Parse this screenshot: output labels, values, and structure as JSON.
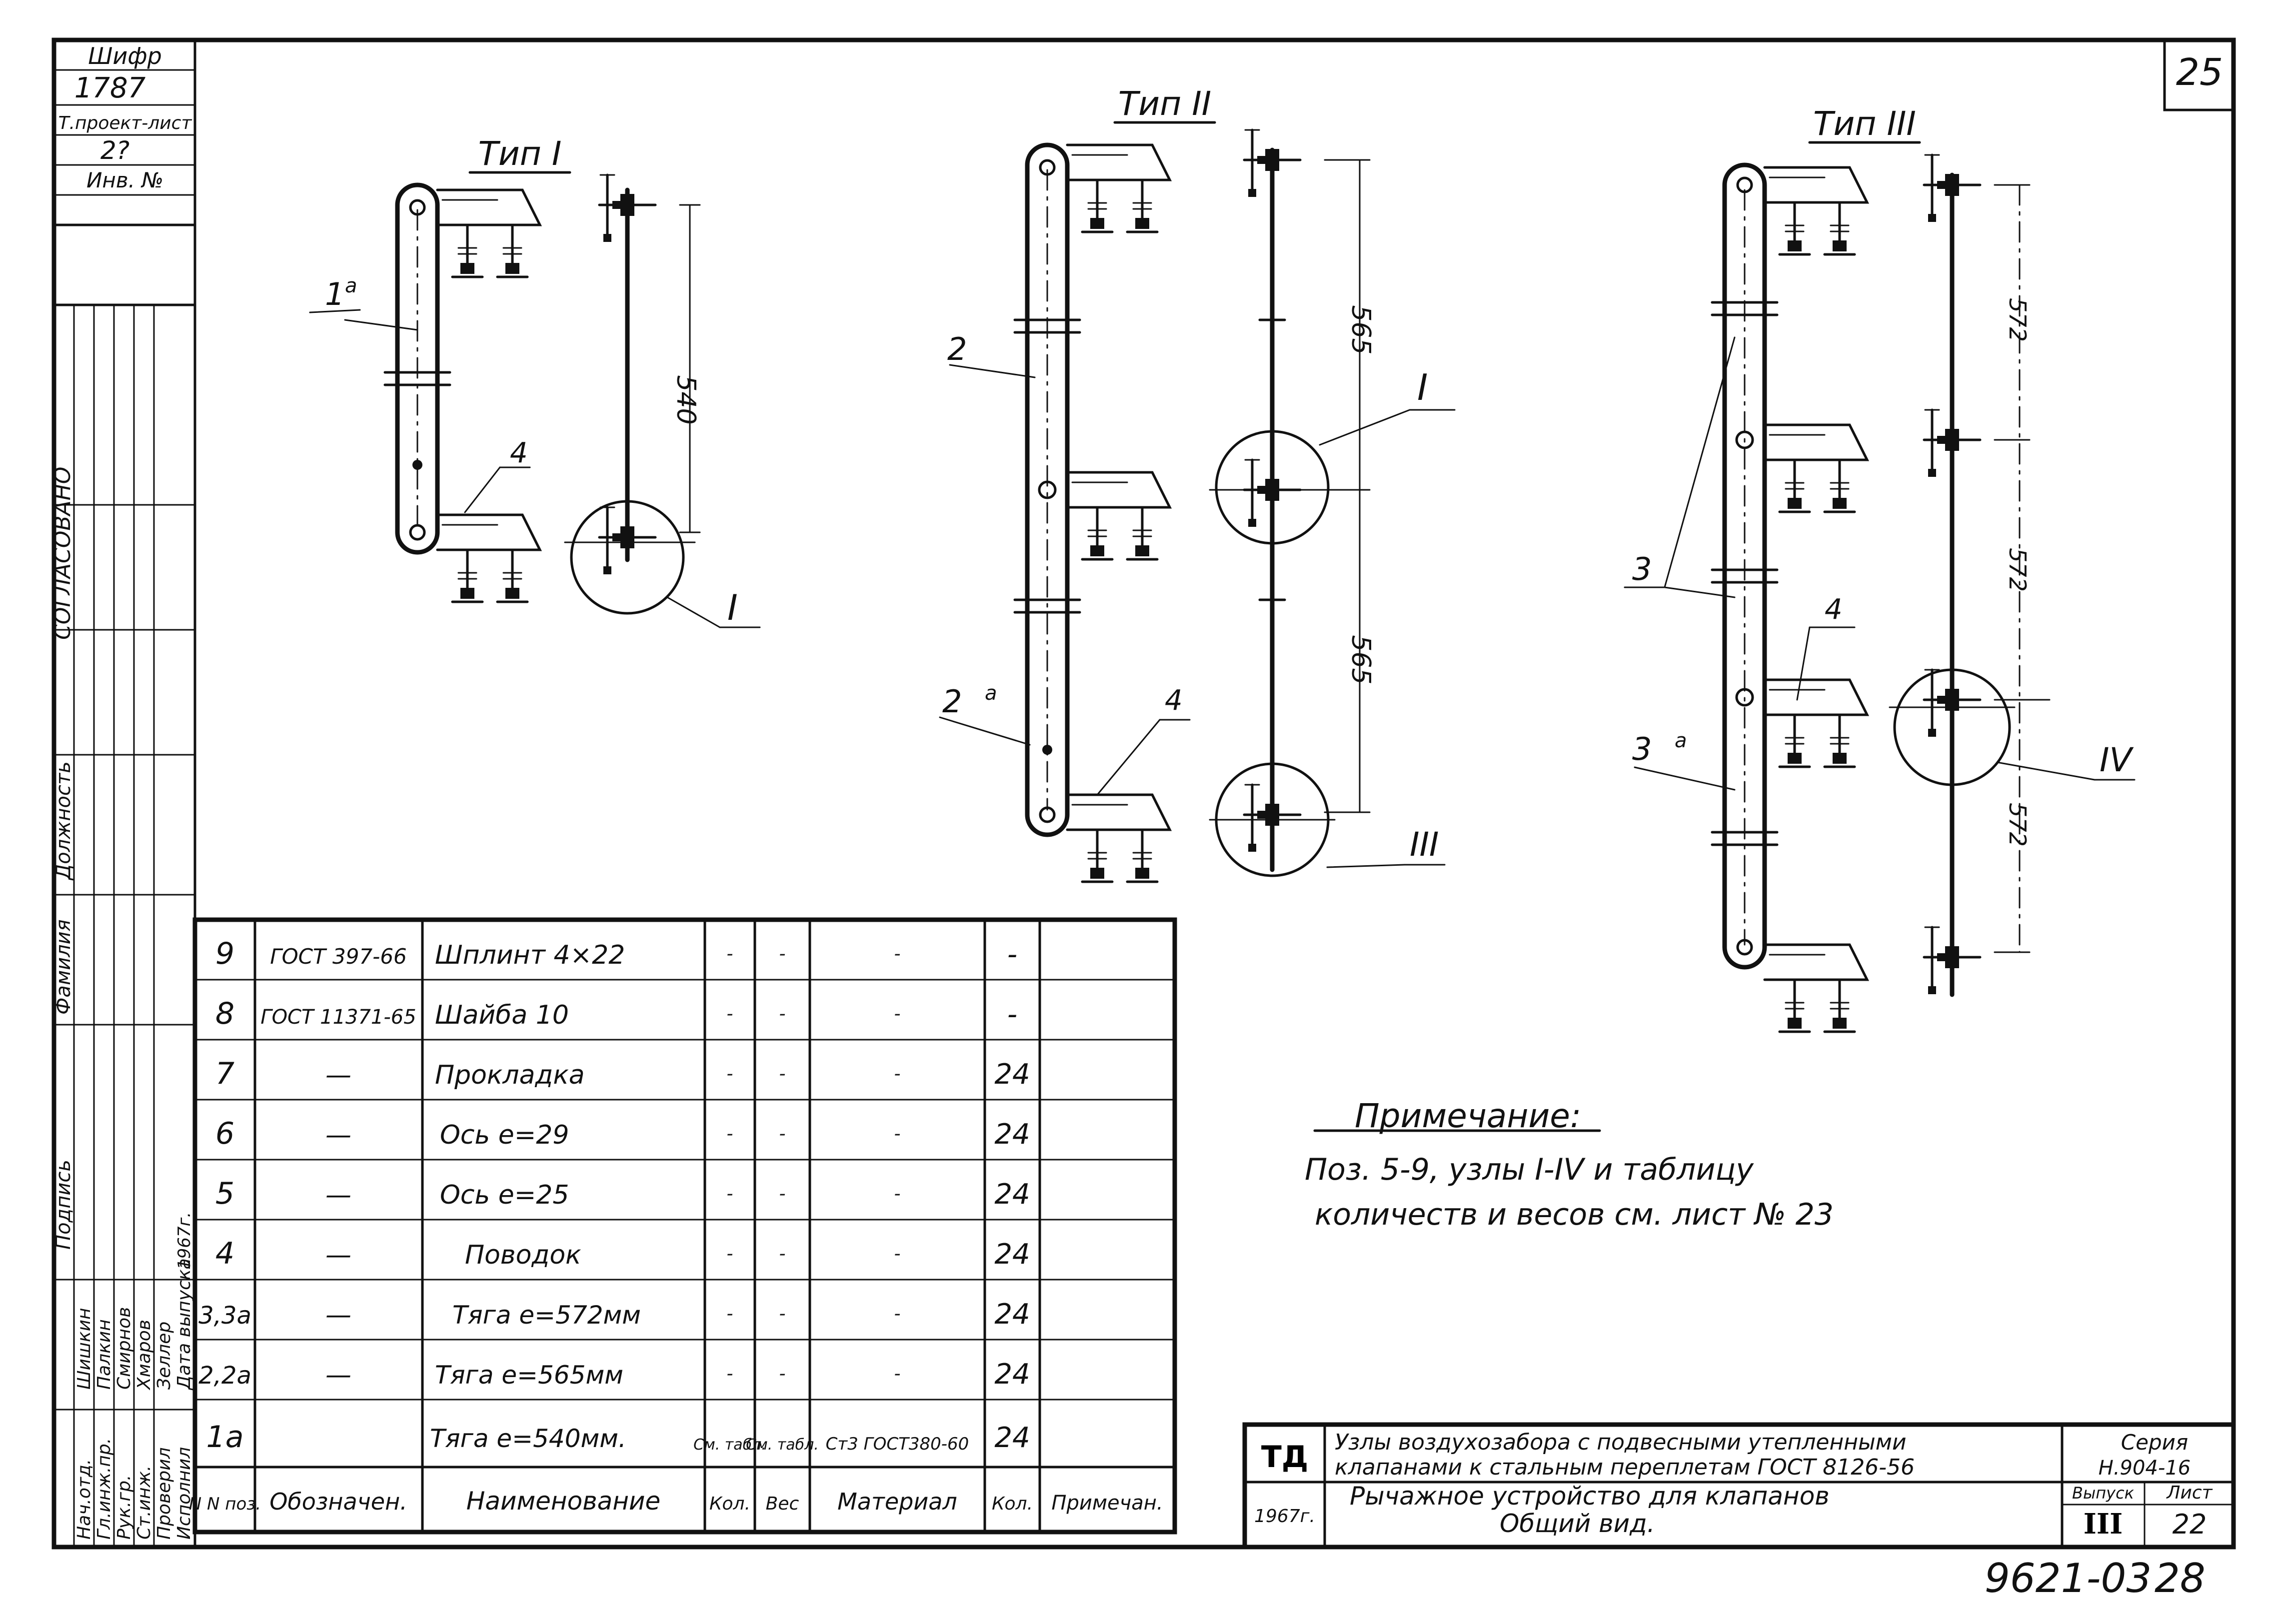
{
  "sheet_no": "25",
  "archive_no": "9621-03",
  "archive_sheet": "28",
  "stamp": {
    "cipher_label": "Шифр",
    "cipher": "1787",
    "project_sheet_label": "Т.проект-лист",
    "project_sheet": "2?",
    "inv_label": "Инв. №"
  },
  "side_block": {
    "agreed": "СОГЛАСОВАНО",
    "rows": [
      "Должность",
      "Фамилия",
      "Подпись"
    ],
    "entries": [
      "Нач.отд.",
      "Гл.инж.пр.",
      "Рук.гр.",
      "Ст.инж.",
      "Проверил",
      "Исполнил"
    ],
    "names": [
      "Шишкин",
      "Палкин",
      "Смирнов",
      "Хмаров",
      "Зеллер",
      "Дата выпуска"
    ],
    "date": "1967г."
  },
  "views": {
    "type1": "Тип I",
    "type2": "Тип II",
    "type3": "Тип III",
    "dims": {
      "d540": "540",
      "d565a": "565",
      "d565b": "565",
      "d572a": "572",
      "d572b": "572",
      "d572c": "572"
    },
    "callouts": {
      "t1_1a": "1",
      "t1_1a_sup": "а",
      "t1_4": "4",
      "t1_node": "I",
      "t2_2": "2",
      "t2_2a": "2",
      "t2_2a_sup": "а",
      "t2_4": "4",
      "t2_nodeI": "I",
      "t2_nodeIII": "III",
      "t3_3": "3",
      "t3_3a": "3",
      "t3_3a_sup": "а",
      "t3_4": "4",
      "t3_nodeIV": "IV"
    }
  },
  "note": {
    "title": "Примечание:",
    "line1": "Поз. 5-9, узлы I-IV и таблицу",
    "line2": "количеств и весов см. лист № 23"
  },
  "table": {
    "headers": [
      "N N поз.",
      "Обозначен.",
      "Наименование",
      "Кол.",
      "Вес",
      "Материал",
      "Кол.",
      "Примечан."
    ],
    "rows": [
      {
        "pos": "9",
        "doc": "ГОСТ 397-66",
        "name": "Шплинт 4×22",
        "c1": "-",
        "c2": "-",
        "mat": "-",
        "qty": "-",
        "note": ""
      },
      {
        "pos": "8",
        "doc": "ГОСТ 11371-65",
        "name": "Шайба 10",
        "c1": "-",
        "c2": "-",
        "mat": "-",
        "qty": "-",
        "note": ""
      },
      {
        "pos": "7",
        "doc": "—",
        "name": "Прокладка",
        "c1": "-",
        "c2": "-",
        "mat": "-",
        "qty": "24",
        "note": ""
      },
      {
        "pos": "6",
        "doc": "—",
        "name": "Ось  e=29",
        "c1": "-",
        "c2": "-",
        "mat": "-",
        "qty": "24",
        "note": ""
      },
      {
        "pos": "5",
        "doc": "—",
        "name": "Ось  e=25",
        "c1": "-",
        "c2": "-",
        "mat": "-",
        "qty": "24",
        "note": ""
      },
      {
        "pos": "4",
        "doc": "—",
        "name": "Поводок",
        "c1": "-",
        "c2": "-",
        "mat": "-",
        "qty": "24",
        "note": ""
      },
      {
        "pos": "3,3а",
        "doc": "—",
        "name": "Тяга  e=572мм",
        "c1": "-",
        "c2": "-",
        "mat": "-",
        "qty": "24",
        "note": ""
      },
      {
        "pos": "2,2а",
        "doc": "—",
        "name": "Тяга  e=565мм",
        "c1": "-",
        "c2": "-",
        "mat": "-",
        "qty": "24",
        "note": ""
      },
      {
        "pos": "1а",
        "doc": "",
        "name": "Тяга e=540мм.",
        "c1": "См. табл.",
        "c2": "См. табл.",
        "mat": "Ст3 ГОСТ380-60",
        "qty": "24",
        "note": ""
      }
    ]
  },
  "title_block": {
    "org": "ТД",
    "year": "1967г.",
    "title1": "Узлы воздухозабора с подвесными утепленными",
    "title2": "клапанами к стальным переплетам ГОСТ 8126-56",
    "subtitle1": "Рычажное устройство для клапанов",
    "subtitle2": "Общий вид.",
    "series_label": "Серия",
    "series": "Н.904-16",
    "issue_label": "Выпуск",
    "issue": "III",
    "sheet_label": "Лист",
    "sheet": "22"
  }
}
